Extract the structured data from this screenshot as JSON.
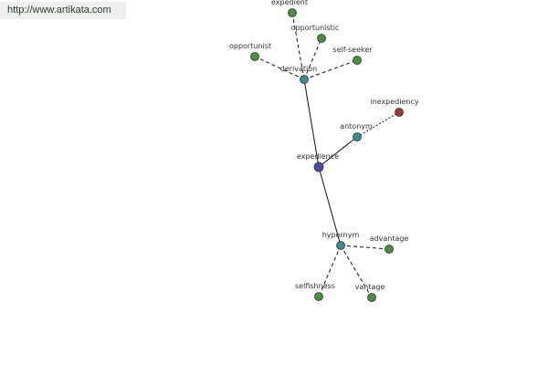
{
  "watermark": {
    "text": "http://www.artikata.com"
  },
  "colors": {
    "center": "#4b4c9e",
    "relation": "#3d8b8b",
    "word": "#4c8c3e",
    "antonym_word": "#9a3b3b",
    "edge": "#111111"
  },
  "graph": {
    "nodes": [
      {
        "id": "expedience",
        "label": "expedience",
        "kind": "center"
      },
      {
        "id": "derivation",
        "label": "derivation",
        "kind": "relation"
      },
      {
        "id": "antonym",
        "label": "antonym",
        "kind": "relation"
      },
      {
        "id": "hypernym",
        "label": "hypernym",
        "kind": "relation"
      },
      {
        "id": "expedient",
        "label": "expedient",
        "kind": "word"
      },
      {
        "id": "opportunistic",
        "label": "opportunistic",
        "kind": "word"
      },
      {
        "id": "opportunist",
        "label": "opportunist",
        "kind": "word"
      },
      {
        "id": "self-seeker",
        "label": "self-seeker",
        "kind": "word"
      },
      {
        "id": "inexpediency",
        "label": "inexpediency",
        "kind": "antonym_word"
      },
      {
        "id": "advantage",
        "label": "advantage",
        "kind": "word"
      },
      {
        "id": "selfishness",
        "label": "selfishness",
        "kind": "word"
      },
      {
        "id": "vantage",
        "label": "vantage",
        "kind": "word"
      }
    ],
    "edges": [
      {
        "from": "expedience",
        "to": "derivation",
        "style": "solid"
      },
      {
        "from": "expedience",
        "to": "antonym",
        "style": "solid"
      },
      {
        "from": "expedience",
        "to": "hypernym",
        "style": "solid"
      },
      {
        "from": "derivation",
        "to": "expedient",
        "style": "dashed"
      },
      {
        "from": "derivation",
        "to": "opportunistic",
        "style": "dashed"
      },
      {
        "from": "derivation",
        "to": "opportunist",
        "style": "dashed"
      },
      {
        "from": "derivation",
        "to": "self-seeker",
        "style": "dashed"
      },
      {
        "from": "antonym",
        "to": "inexpediency",
        "style": "dotted"
      },
      {
        "from": "hypernym",
        "to": "advantage",
        "style": "dashed"
      },
      {
        "from": "hypernym",
        "to": "selfishness",
        "style": "dashed"
      },
      {
        "from": "hypernym",
        "to": "vantage",
        "style": "dashed"
      }
    ]
  }
}
